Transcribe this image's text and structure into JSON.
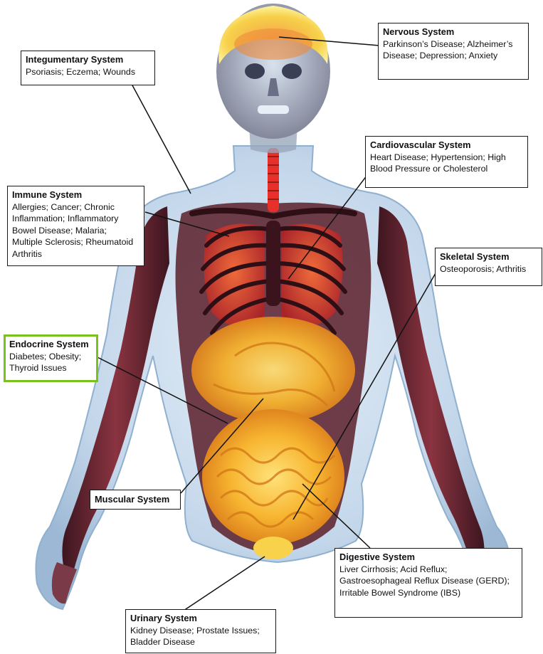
{
  "labels": {
    "nervous": {
      "title": "Nervous System",
      "desc": "Parkinson’s Disease; Alzheimer’s Disease; Depression; Anxiety"
    },
    "integumentary": {
      "title": "Integumentary System",
      "desc": "Psoriasis; Eczema; Wounds"
    },
    "cardiovascular": {
      "title": "Cardiovascular System",
      "desc": "Heart Disease; Hypertension; High Blood Pressure or Cholesterol"
    },
    "immune": {
      "title": "Immune System",
      "desc": "Allergies; Cancer; Chronic Inflammation; Inflammatory Bowel Disease; Malaria; Multiple Sclerosis; Rheumatoid Arthritis"
    },
    "skeletal": {
      "title": "Skeletal System",
      "desc": "Osteoporosis; Arthritis"
    },
    "endocrine": {
      "title": "Endocrine System",
      "desc": "Diabetes; Obesity; Thyroid Issues"
    },
    "muscular": {
      "title": "Muscular System"
    },
    "digestive": {
      "title": "Digestive System",
      "desc": "Liver Cirrhosis; Acid Reflux; Gastroesophageal Reflux Disease (GERD); Irritable Bowel Syndrome (IBS)"
    },
    "urinary": {
      "title": "Urinary System",
      "desc": "Kidney Disease; Prostate Issues; Bladder Disease"
    }
  },
  "colors": {
    "body_shell": "#b9cde2",
    "muscle": "#6a2430",
    "organs": "#f5a623",
    "spinal_cord": "#e8302a",
    "brain": "#f7c948",
    "highlight_border": "#79c21c",
    "leader_line": "#111111"
  }
}
